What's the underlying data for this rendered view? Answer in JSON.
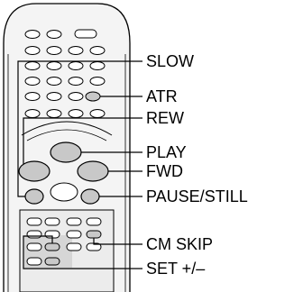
{
  "labels": {
    "slow": "SLOW",
    "atr": "ATR",
    "rew": "REW",
    "play": "PLAY",
    "fwd": "FWD",
    "pause_still": "PAUSE/STILL",
    "cm_skip": "CM SKIP",
    "set": "SET +/–"
  },
  "colors": {
    "body": "#f2f2f2",
    "highlight_button": "#c8c8c8",
    "highlight_panel": "#d6d6d6",
    "line": "#000000"
  }
}
